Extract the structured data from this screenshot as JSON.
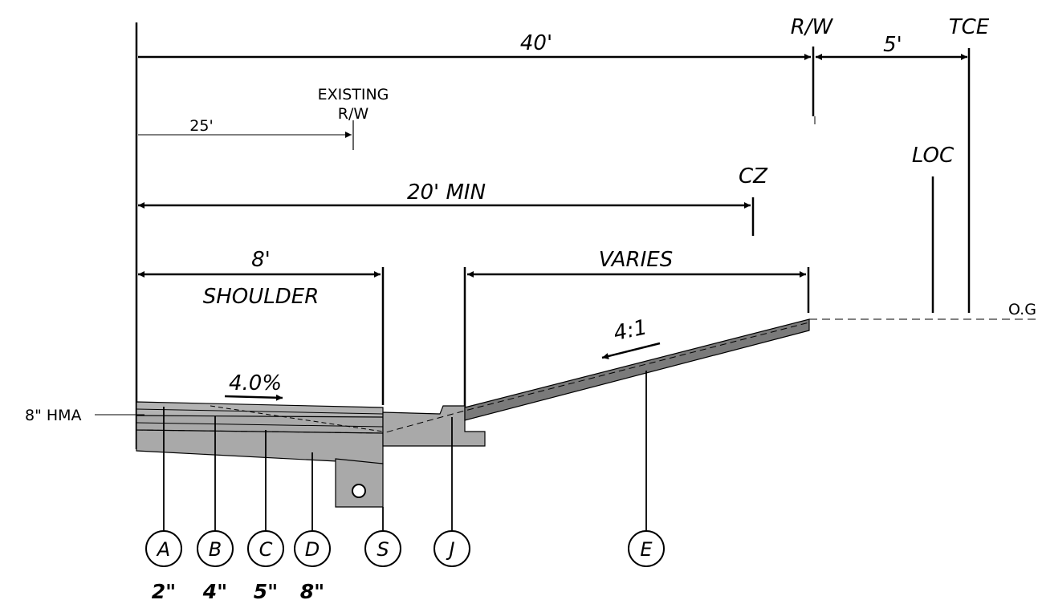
{
  "dimensions": {
    "row_width": "40'",
    "rw_label": "R/W",
    "tce_width": "5'",
    "tce_label": "TCE",
    "existing_rw_dist": "25'",
    "existing_rw_label_1": "EXISTING",
    "existing_rw_label_2": "R/W",
    "clear_zone": "20' MIN",
    "cz_label": "CZ",
    "loc_label": "LOC",
    "shoulder_width": "8'",
    "shoulder_label": "SHOULDER",
    "varies_label": "VARIES",
    "og_label": "O.G"
  },
  "slopes": {
    "shoulder_slope": "4.0%",
    "foreslope": "4:1"
  },
  "pavement": {
    "hma_label": "8\" HMA"
  },
  "callouts": [
    {
      "id": "A",
      "thickness": "2\""
    },
    {
      "id": "B",
      "thickness": "4\""
    },
    {
      "id": "C",
      "thickness": "5\""
    },
    {
      "id": "D",
      "thickness": "8\""
    },
    {
      "id": "S",
      "thickness": ""
    },
    {
      "id": "J",
      "thickness": ""
    },
    {
      "id": "E",
      "thickness": ""
    }
  ],
  "colors": {
    "pavement_fill": "#a9a9a9",
    "slope_fill": "#7a7a7a",
    "line": "#000000"
  }
}
